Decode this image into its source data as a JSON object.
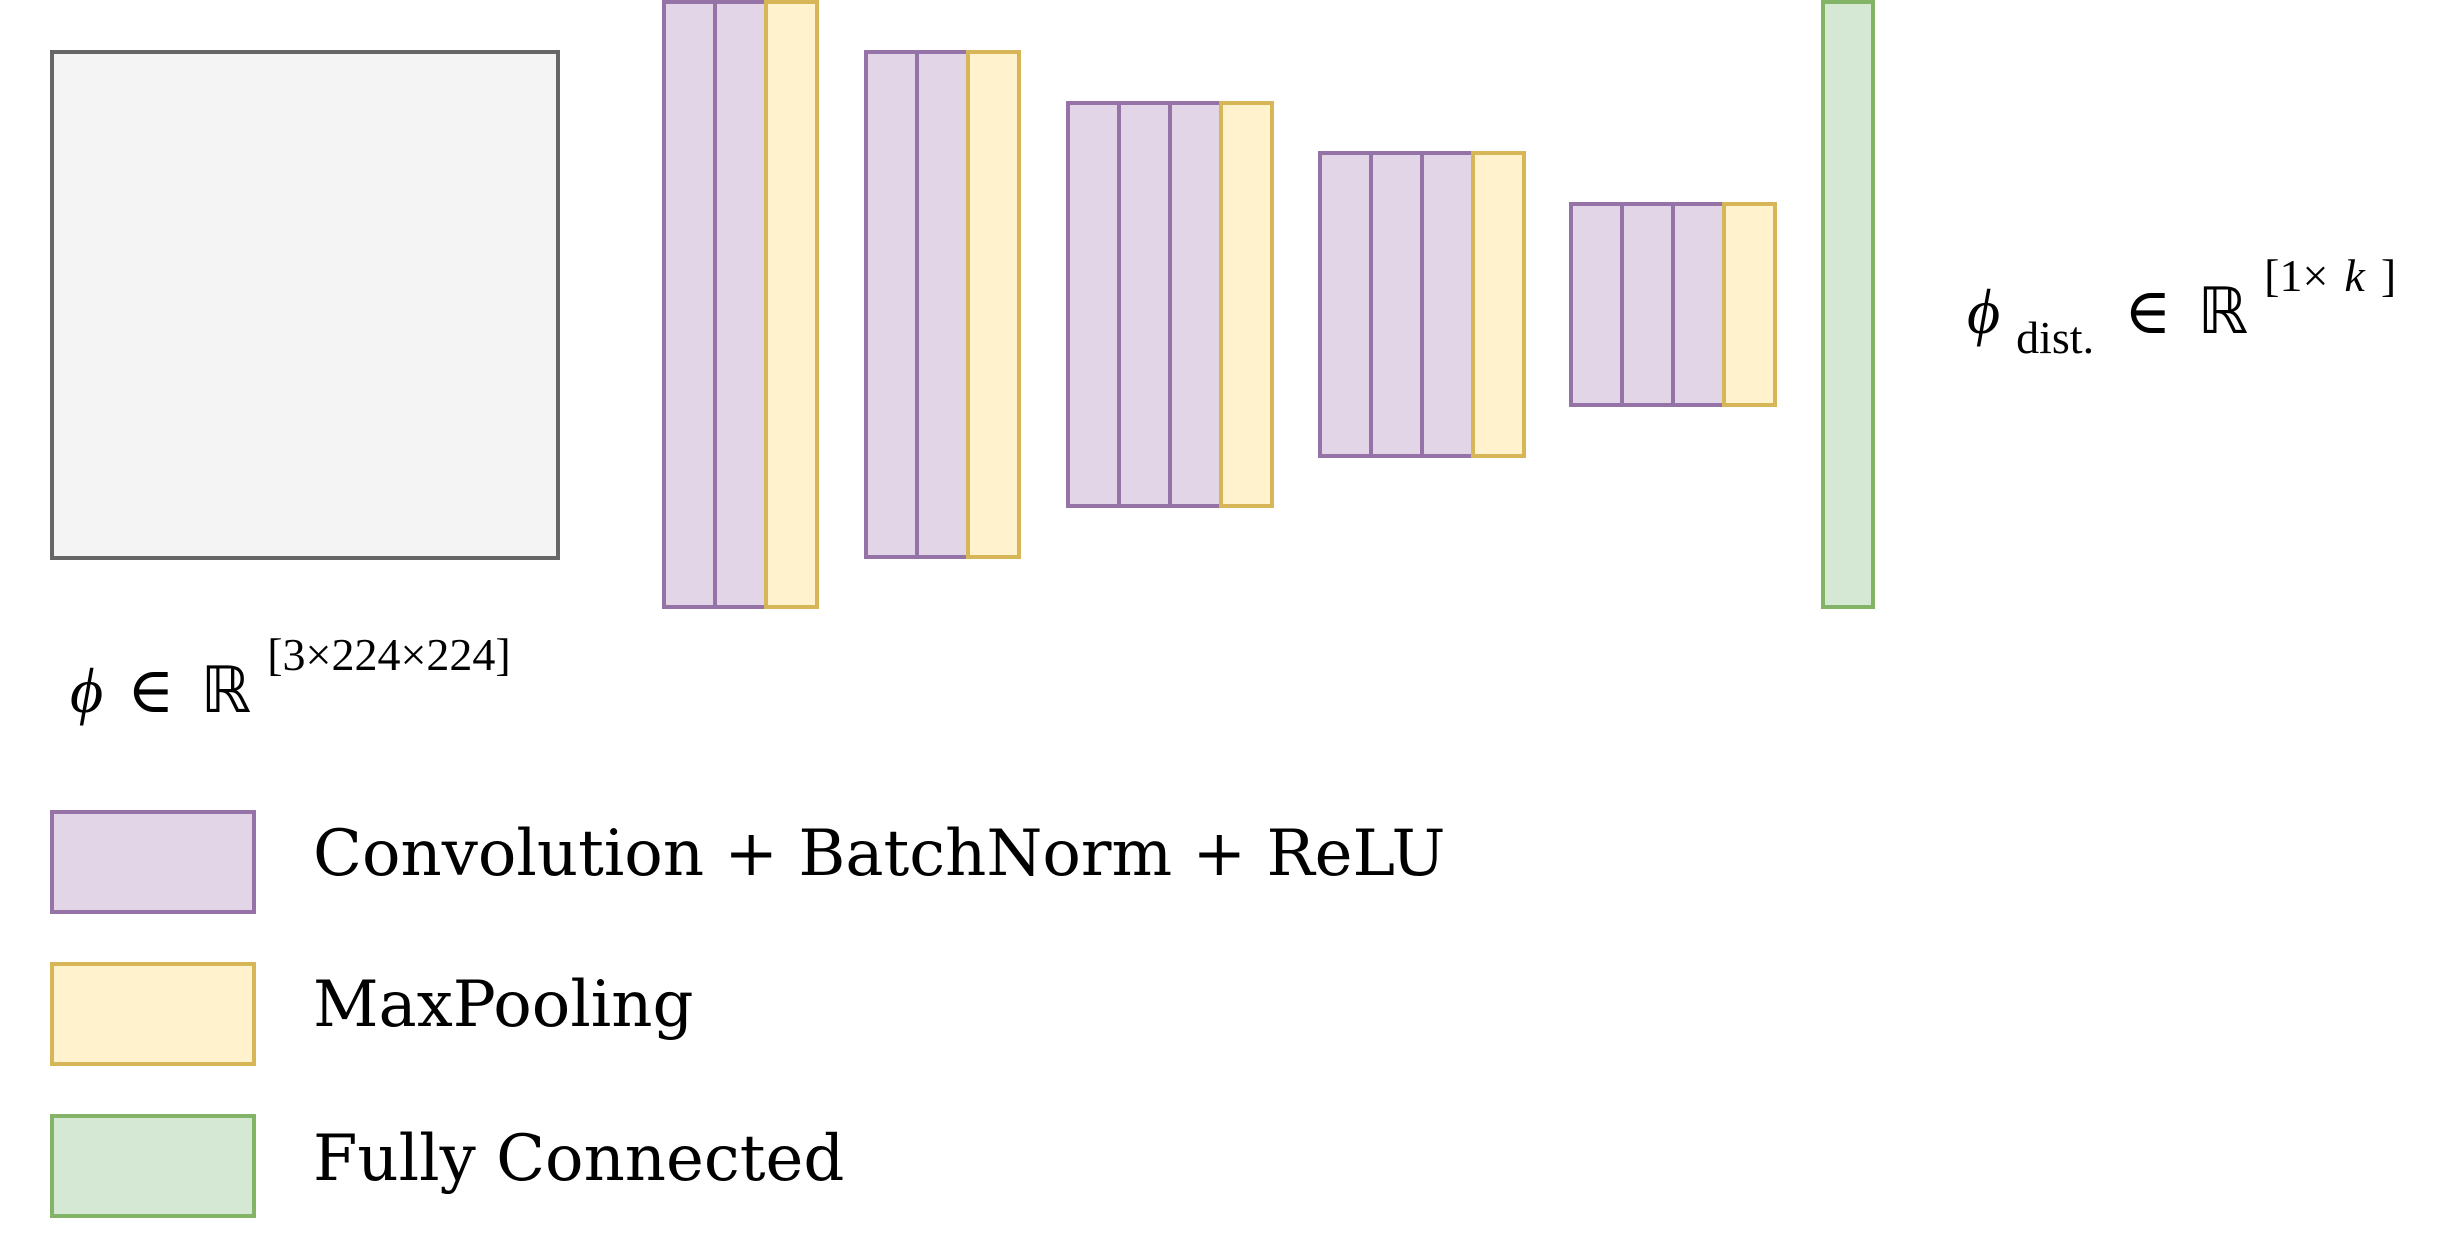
{
  "colors": {
    "input_fill": "#f4f4f4",
    "input_stroke": "#666666",
    "conv_fill": "#e1d5e7",
    "conv_stroke": "#9673a6",
    "pool_fill": "#fff2cc",
    "pool_stroke": "#d6b656",
    "fc_fill": "#d5e8d4",
    "fc_stroke": "#82b366"
  },
  "input": {
    "symbol": "ϕ",
    "member": "∈",
    "space": "ℝ",
    "dims": "[3×224×224]"
  },
  "output": {
    "symbol": "ϕ",
    "subscript": "dist.",
    "member": "∈",
    "space": "ℝ",
    "dims_open": "[1×",
    "dims_var": "k",
    "dims_close": "]"
  },
  "blocks": [
    {
      "conv_layers": 2,
      "pool_layers": 1
    },
    {
      "conv_layers": 2,
      "pool_layers": 1
    },
    {
      "conv_layers": 3,
      "pool_layers": 1
    },
    {
      "conv_layers": 3,
      "pool_layers": 1
    },
    {
      "conv_layers": 3,
      "pool_layers": 1
    }
  ],
  "legend": {
    "conv": "Convolution + BatchNorm + ReLU",
    "pool": "MaxPooling",
    "fc": "Fully Connected"
  }
}
